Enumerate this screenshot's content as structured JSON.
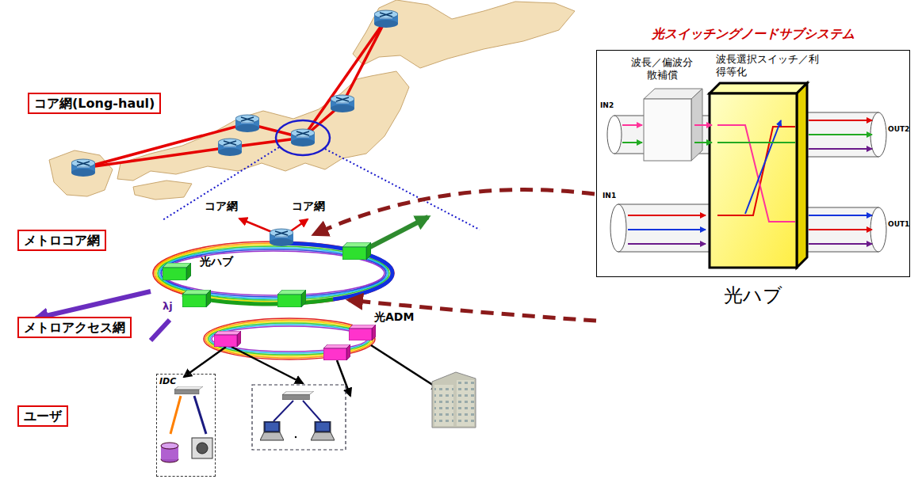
{
  "diagram": {
    "caption": "光ハブ",
    "nodes": [
      {
        "text": [
          "光スイッチングノードサブシステム"
        ]
      },
      {
        "text": [
          "波長／偏波分散補償"
        ],
        "in": 0
      },
      {
        "text": [
          "波長選択スイッチ／利得等化"
        ],
        "in": 0
      },
      {
        "text": [
          "コア網(Long-haul)"
        ]
      },
      {
        "text": [
          "メトロコア網"
        ]
      },
      {
        "text": [
          "メトロアクセス網"
        ]
      },
      {
        "text": [
          "ユーザ"
        ]
      },
      {
        "text": [
          "IDC"
        ]
      }
    ],
    "labels": [
      "コア網",
      "コア網",
      "光ハブ",
      "λj",
      "光ADM",
      "IN2",
      "OUT2",
      "IN1",
      "OUT1"
    ]
  }
}
